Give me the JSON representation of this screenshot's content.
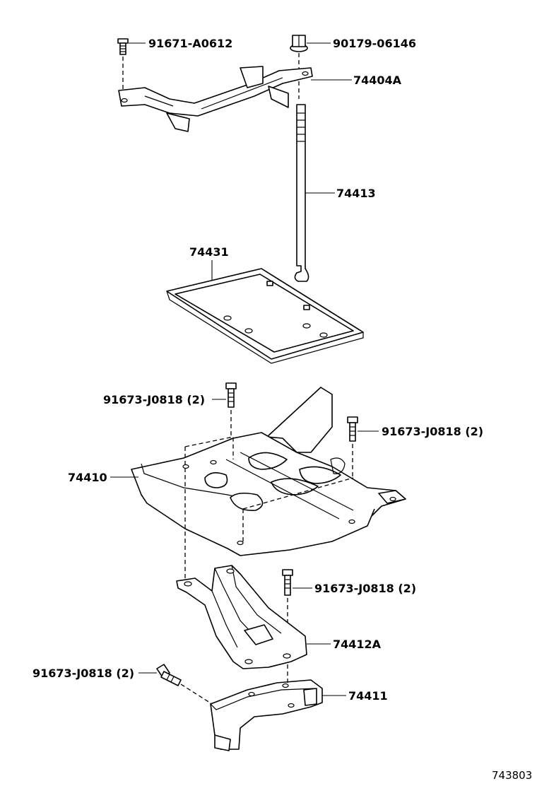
{
  "figure_number": "743803",
  "colors": {
    "line": "#000000",
    "background": "#ffffff"
  },
  "parts": [
    {
      "id": "bolt_top",
      "label": "91671-A0612"
    },
    {
      "id": "nut_top",
      "label": "90179-06146"
    },
    {
      "id": "clamp",
      "label": "74404A"
    },
    {
      "id": "rod",
      "label": "74413"
    },
    {
      "id": "tray",
      "label": "74431"
    },
    {
      "id": "bolt_carrier_left",
      "label": "91673-J0818 (2)"
    },
    {
      "id": "bolt_carrier_right",
      "label": "91673-J0818 (2)"
    },
    {
      "id": "carrier",
      "label": "74410"
    },
    {
      "id": "bolt_bracket",
      "label": "91673-J0818 (2)"
    },
    {
      "id": "bracket",
      "label": "74412A"
    },
    {
      "id": "bolt_lower",
      "label": "91673-J0818 (2)"
    },
    {
      "id": "lower_bracket",
      "label": "74411"
    }
  ]
}
